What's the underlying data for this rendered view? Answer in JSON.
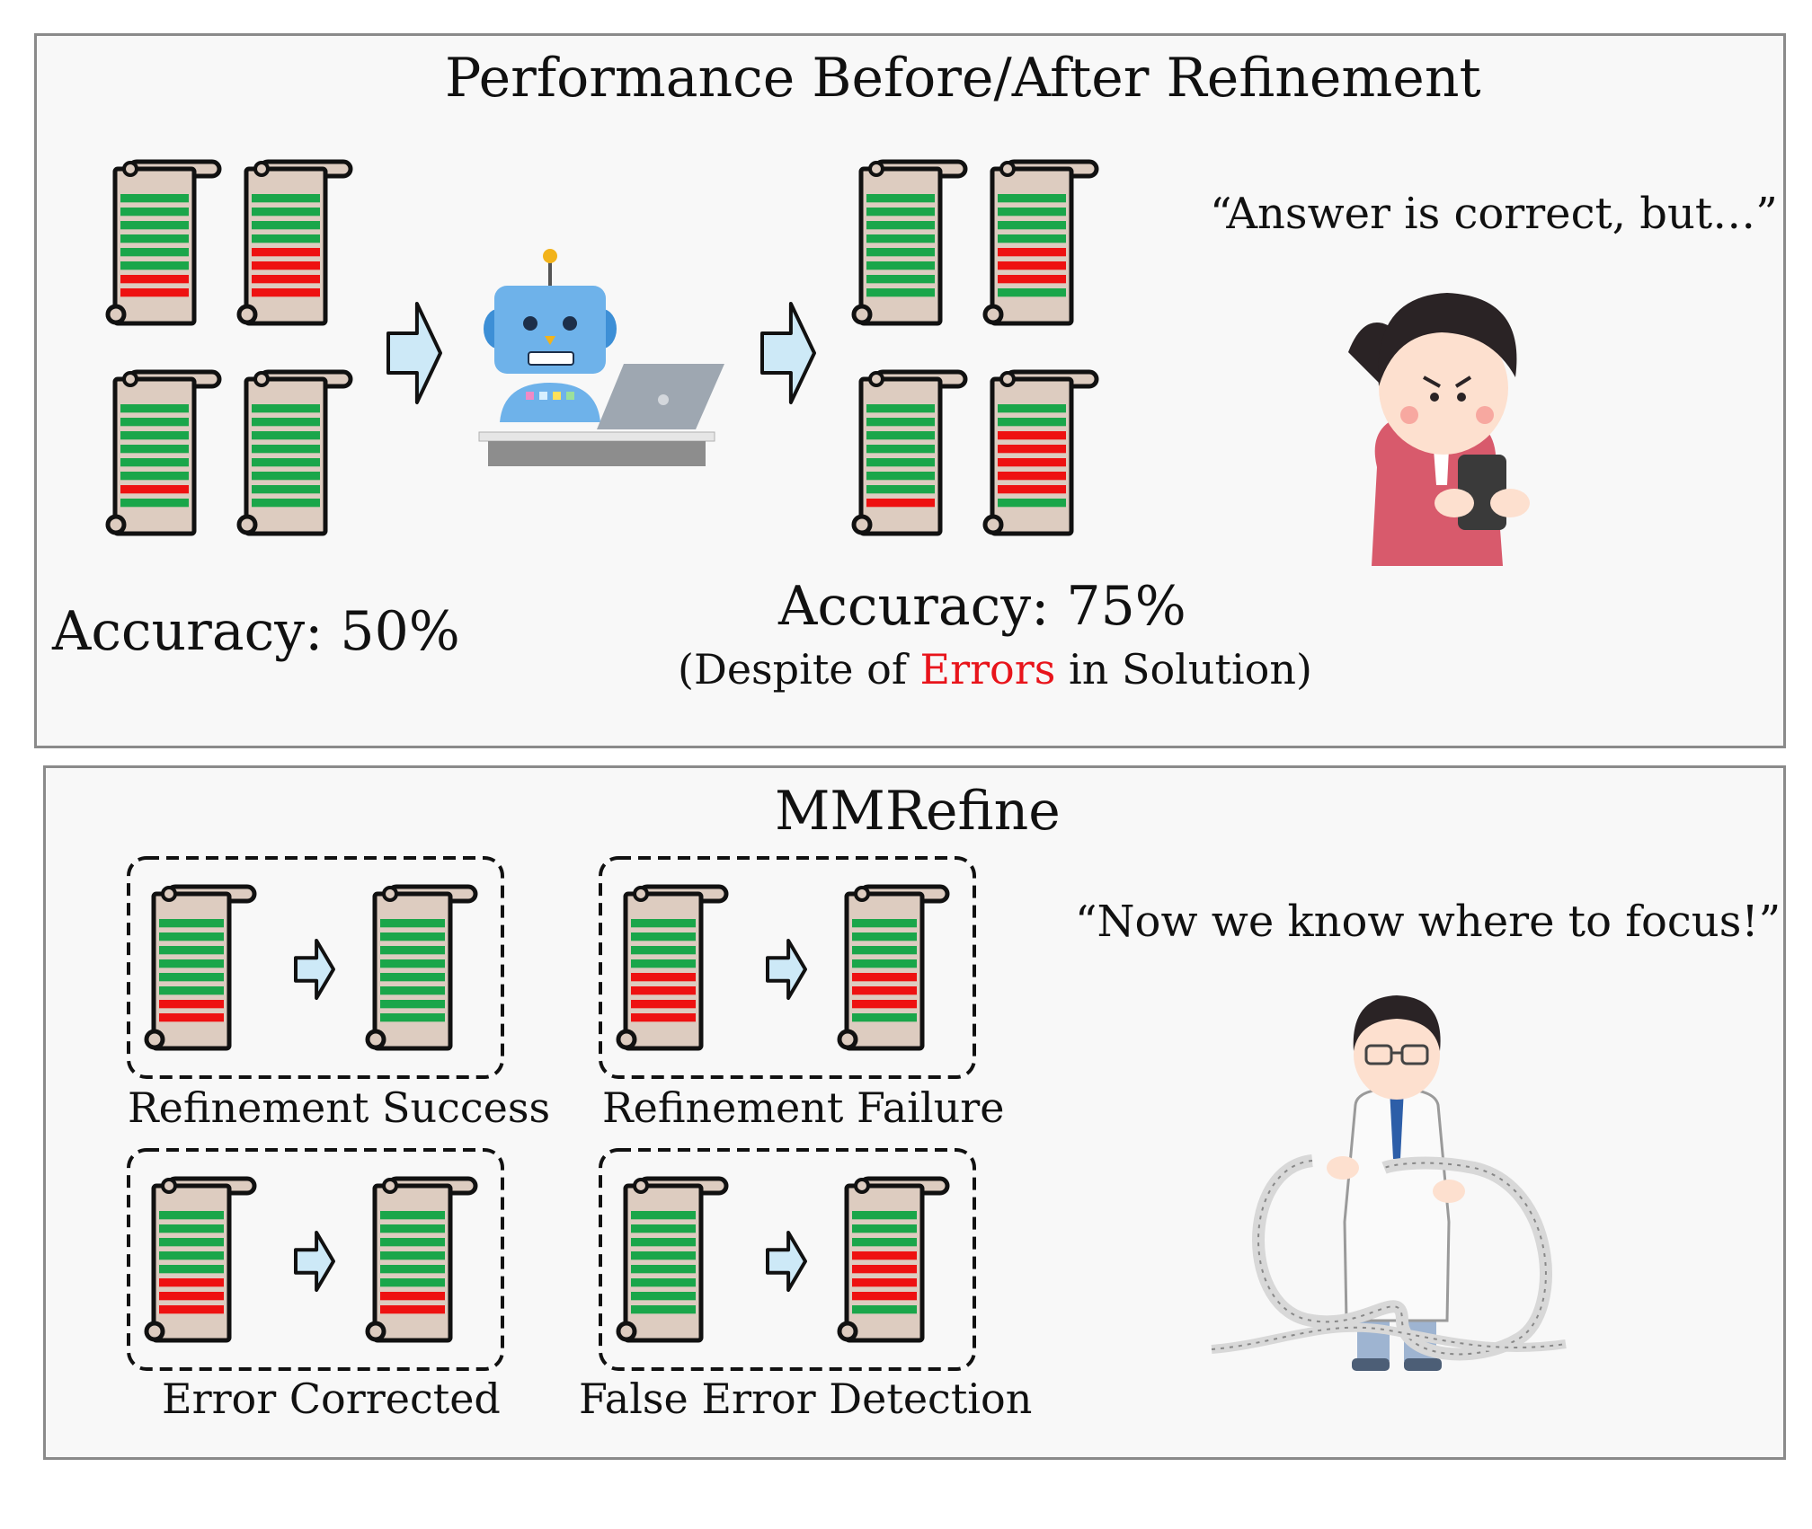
{
  "top_panel": {
    "title": "Performance Before/After Refinement",
    "accuracy_before": "Accuracy: 50%",
    "accuracy_after": "Accuracy: 75%",
    "note_prefix": "(Despite of ",
    "note_highlight": "Errors",
    "note_suffix": " in Solution)",
    "quote": "“Answer is correct, but…”"
  },
  "bottom_panel": {
    "title": "MMRefine",
    "quote": "“Now we know where to focus!”",
    "cases": [
      {
        "label": "Refinement Success"
      },
      {
        "label": "Refinement Failure"
      },
      {
        "label": "Error Corrected"
      },
      {
        "label": "False Error Detection"
      }
    ]
  },
  "colors": {
    "correct_step": "#1aa64a",
    "error_step": "#ee1111",
    "scroll_paper": "#ddccc0",
    "arrow_fill": "#cde9f7",
    "panel_bg": "#f8f8f8",
    "highlight_text": "#e8141b"
  },
  "scrolls": {
    "before": [
      [
        "g",
        "g",
        "g",
        "g",
        "g",
        "g",
        "r",
        "r"
      ],
      [
        "g",
        "g",
        "g",
        "g",
        "r",
        "r",
        "r",
        "r"
      ],
      [
        "g",
        "g",
        "g",
        "g",
        "g",
        "g",
        "r",
        "g"
      ],
      [
        "g",
        "g",
        "g",
        "g",
        "g",
        "g",
        "g",
        "g"
      ]
    ],
    "after": [
      [
        "g",
        "g",
        "g",
        "g",
        "g",
        "g",
        "g",
        "g"
      ],
      [
        "g",
        "g",
        "g",
        "g",
        "r",
        "r",
        "r",
        "g"
      ],
      [
        "g",
        "g",
        "g",
        "g",
        "g",
        "g",
        "g",
        "r"
      ],
      [
        "g",
        "g",
        "r",
        "r",
        "r",
        "r",
        "r",
        "g"
      ]
    ],
    "cases": [
      {
        "before": [
          "g",
          "g",
          "g",
          "g",
          "g",
          "g",
          "r",
          "r"
        ],
        "after": [
          "g",
          "g",
          "g",
          "g",
          "g",
          "g",
          "g",
          "g"
        ]
      },
      {
        "before": [
          "g",
          "g",
          "g",
          "g",
          "r",
          "r",
          "r",
          "r"
        ],
        "after": [
          "g",
          "g",
          "g",
          "g",
          "r",
          "r",
          "r",
          "g"
        ]
      },
      {
        "before": [
          "g",
          "g",
          "g",
          "g",
          "g",
          "r",
          "r",
          "r"
        ],
        "after": [
          "g",
          "g",
          "g",
          "g",
          "g",
          "g",
          "r",
          "r"
        ]
      },
      {
        "before": [
          "g",
          "g",
          "g",
          "g",
          "g",
          "g",
          "g",
          "g"
        ],
        "after": [
          "g",
          "g",
          "g",
          "r",
          "r",
          "r",
          "r",
          "g"
        ]
      }
    ]
  }
}
